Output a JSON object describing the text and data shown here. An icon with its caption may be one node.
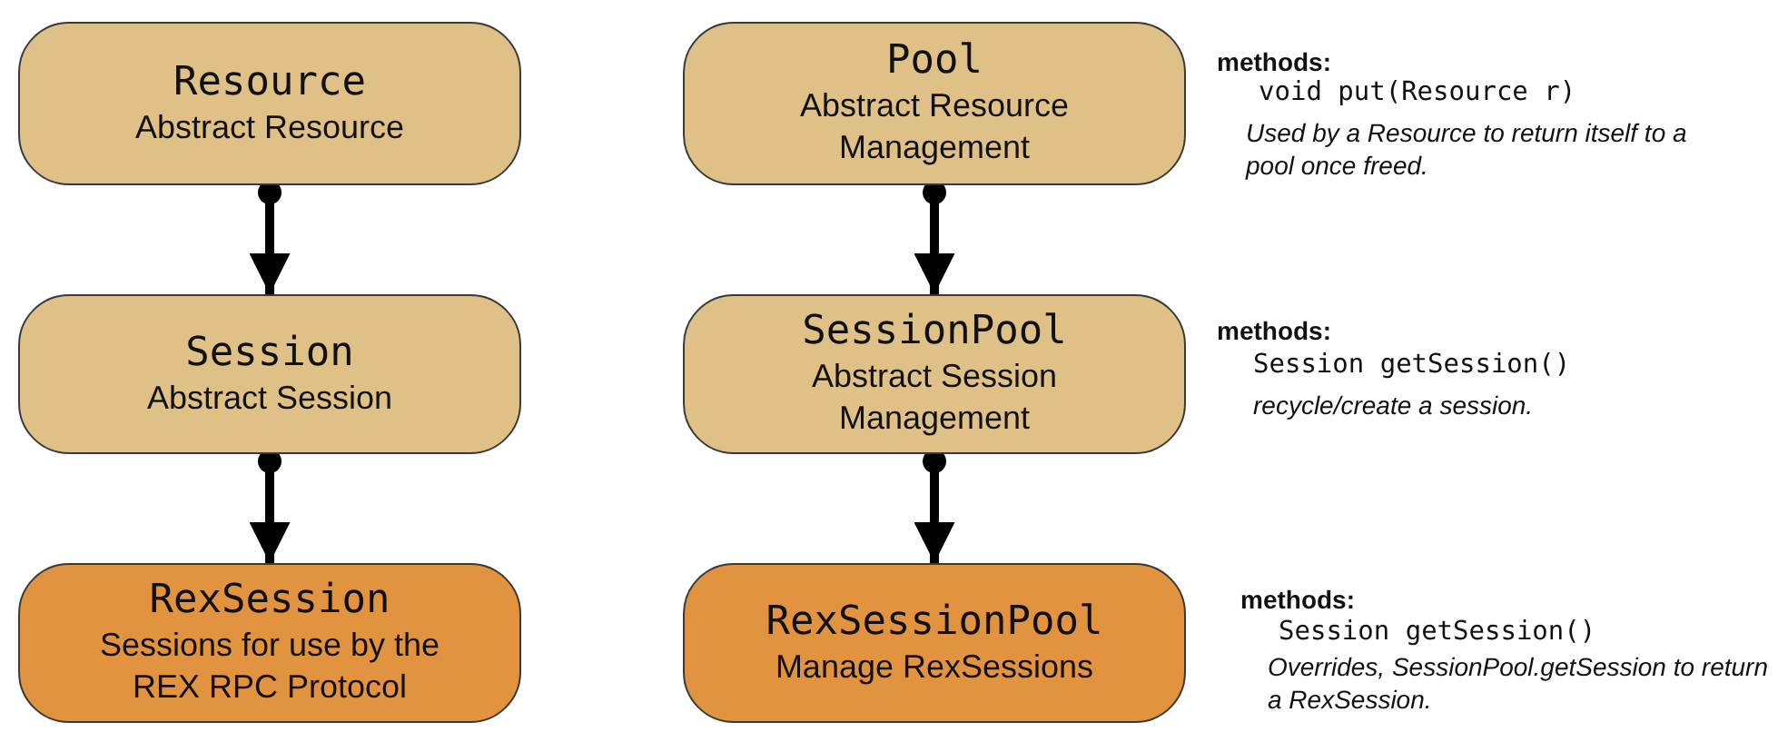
{
  "diagram": {
    "nodes": [
      {
        "text": [
          "Resource",
          "Abstract Resource"
        ]
      },
      {
        "text": [
          "Session",
          "Abstract Session"
        ]
      },
      {
        "text": [
          "RexSession",
          "Sessions for use by the REX RPC Protocol"
        ]
      },
      {
        "text": [
          "Pool",
          "Abstract Resource Management"
        ]
      },
      {
        "text": [
          "SessionPool",
          "Abstract Session Management"
        ]
      },
      {
        "text": [
          "RexSessionPool",
          "Manage RexSessions"
        ]
      }
    ],
    "edges": [
      {
        "from": 0,
        "to": 1,
        "arrow": "to"
      },
      {
        "from": 1,
        "to": 2,
        "arrow": "to"
      },
      {
        "from": 3,
        "to": 4,
        "arrow": "to"
      },
      {
        "from": 4,
        "to": 5,
        "arrow": "to"
      }
    ],
    "labels": [
      "methods:",
      "void put(Resource r)",
      "Used by a Resource to return itself to a pool once freed.",
      "methods:",
      "Session getSession()",
      "recycle/create a session.",
      "methods:",
      "Session getSession()",
      "Overrides, SessionPool.getSession to return a RexSession."
    ]
  }
}
